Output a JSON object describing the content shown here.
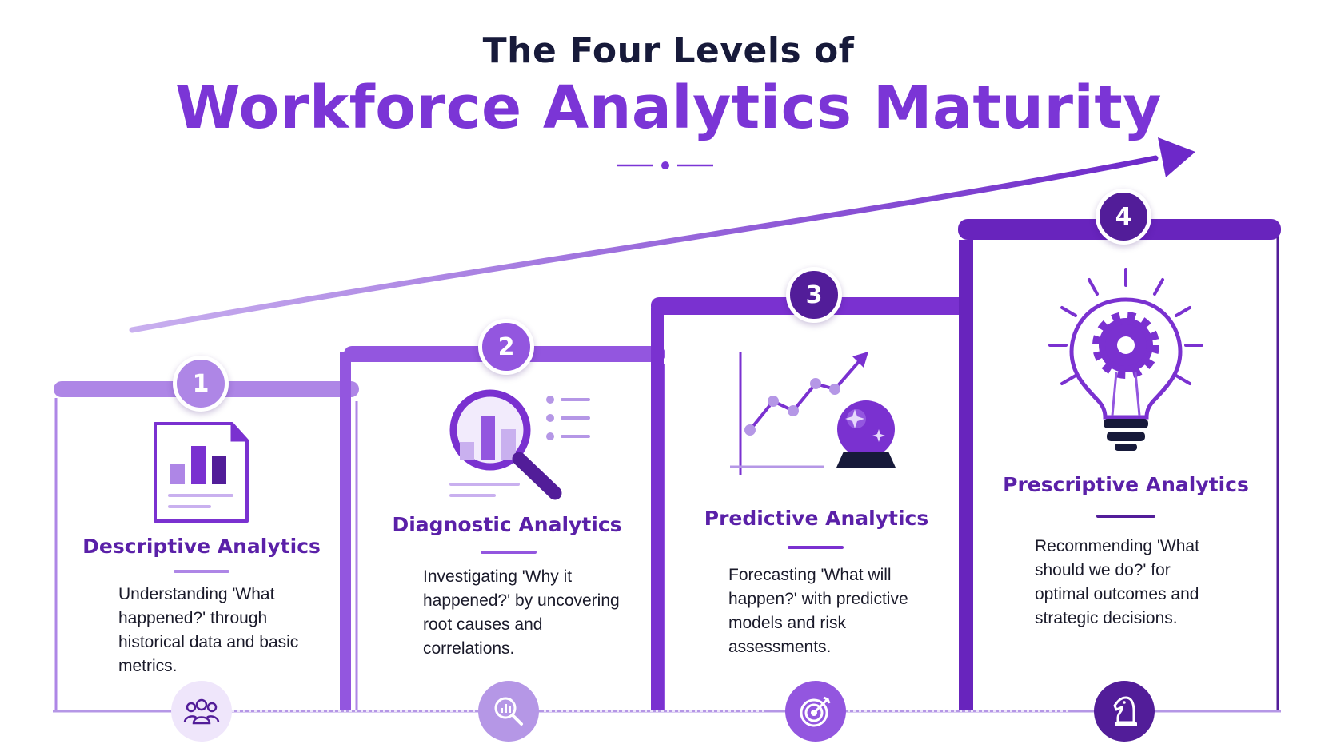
{
  "title": {
    "line1": "The Four Levels of",
    "line2": "Workforce Analytics Maturity"
  },
  "colors": {
    "title_dark": "#171a3a",
    "accent": "#7b35d6",
    "level1": "#ae86e6",
    "level2": "#9356df",
    "level3": "#7a31d0",
    "level4": "#521d99"
  },
  "levels": [
    {
      "number": "1",
      "title": "Descriptive Analytics",
      "description": "Understanding 'What happened?' through historical data and basic metrics.",
      "icon": "document-bar-chart-icon",
      "bottom_icon": "people-group-icon"
    },
    {
      "number": "2",
      "title": "Diagnostic Analytics",
      "description": "Investigating 'Why it happened?' by uncovering root causes and correlations.",
      "icon": "magnifier-chart-icon",
      "bottom_icon": "magnifier-icon"
    },
    {
      "number": "3",
      "title": "Predictive Analytics",
      "description": "Forecasting 'What will happen?' with predictive models and risk assessments.",
      "icon": "trend-line-crystal-ball-icon",
      "bottom_icon": "target-icon"
    },
    {
      "number": "4",
      "title": "Prescriptive Analytics",
      "description": "Recommending 'What should we do?' for optimal outcomes and strategic decisions.",
      "icon": "lightbulb-gear-icon",
      "bottom_icon": "chess-knight-icon"
    }
  ]
}
